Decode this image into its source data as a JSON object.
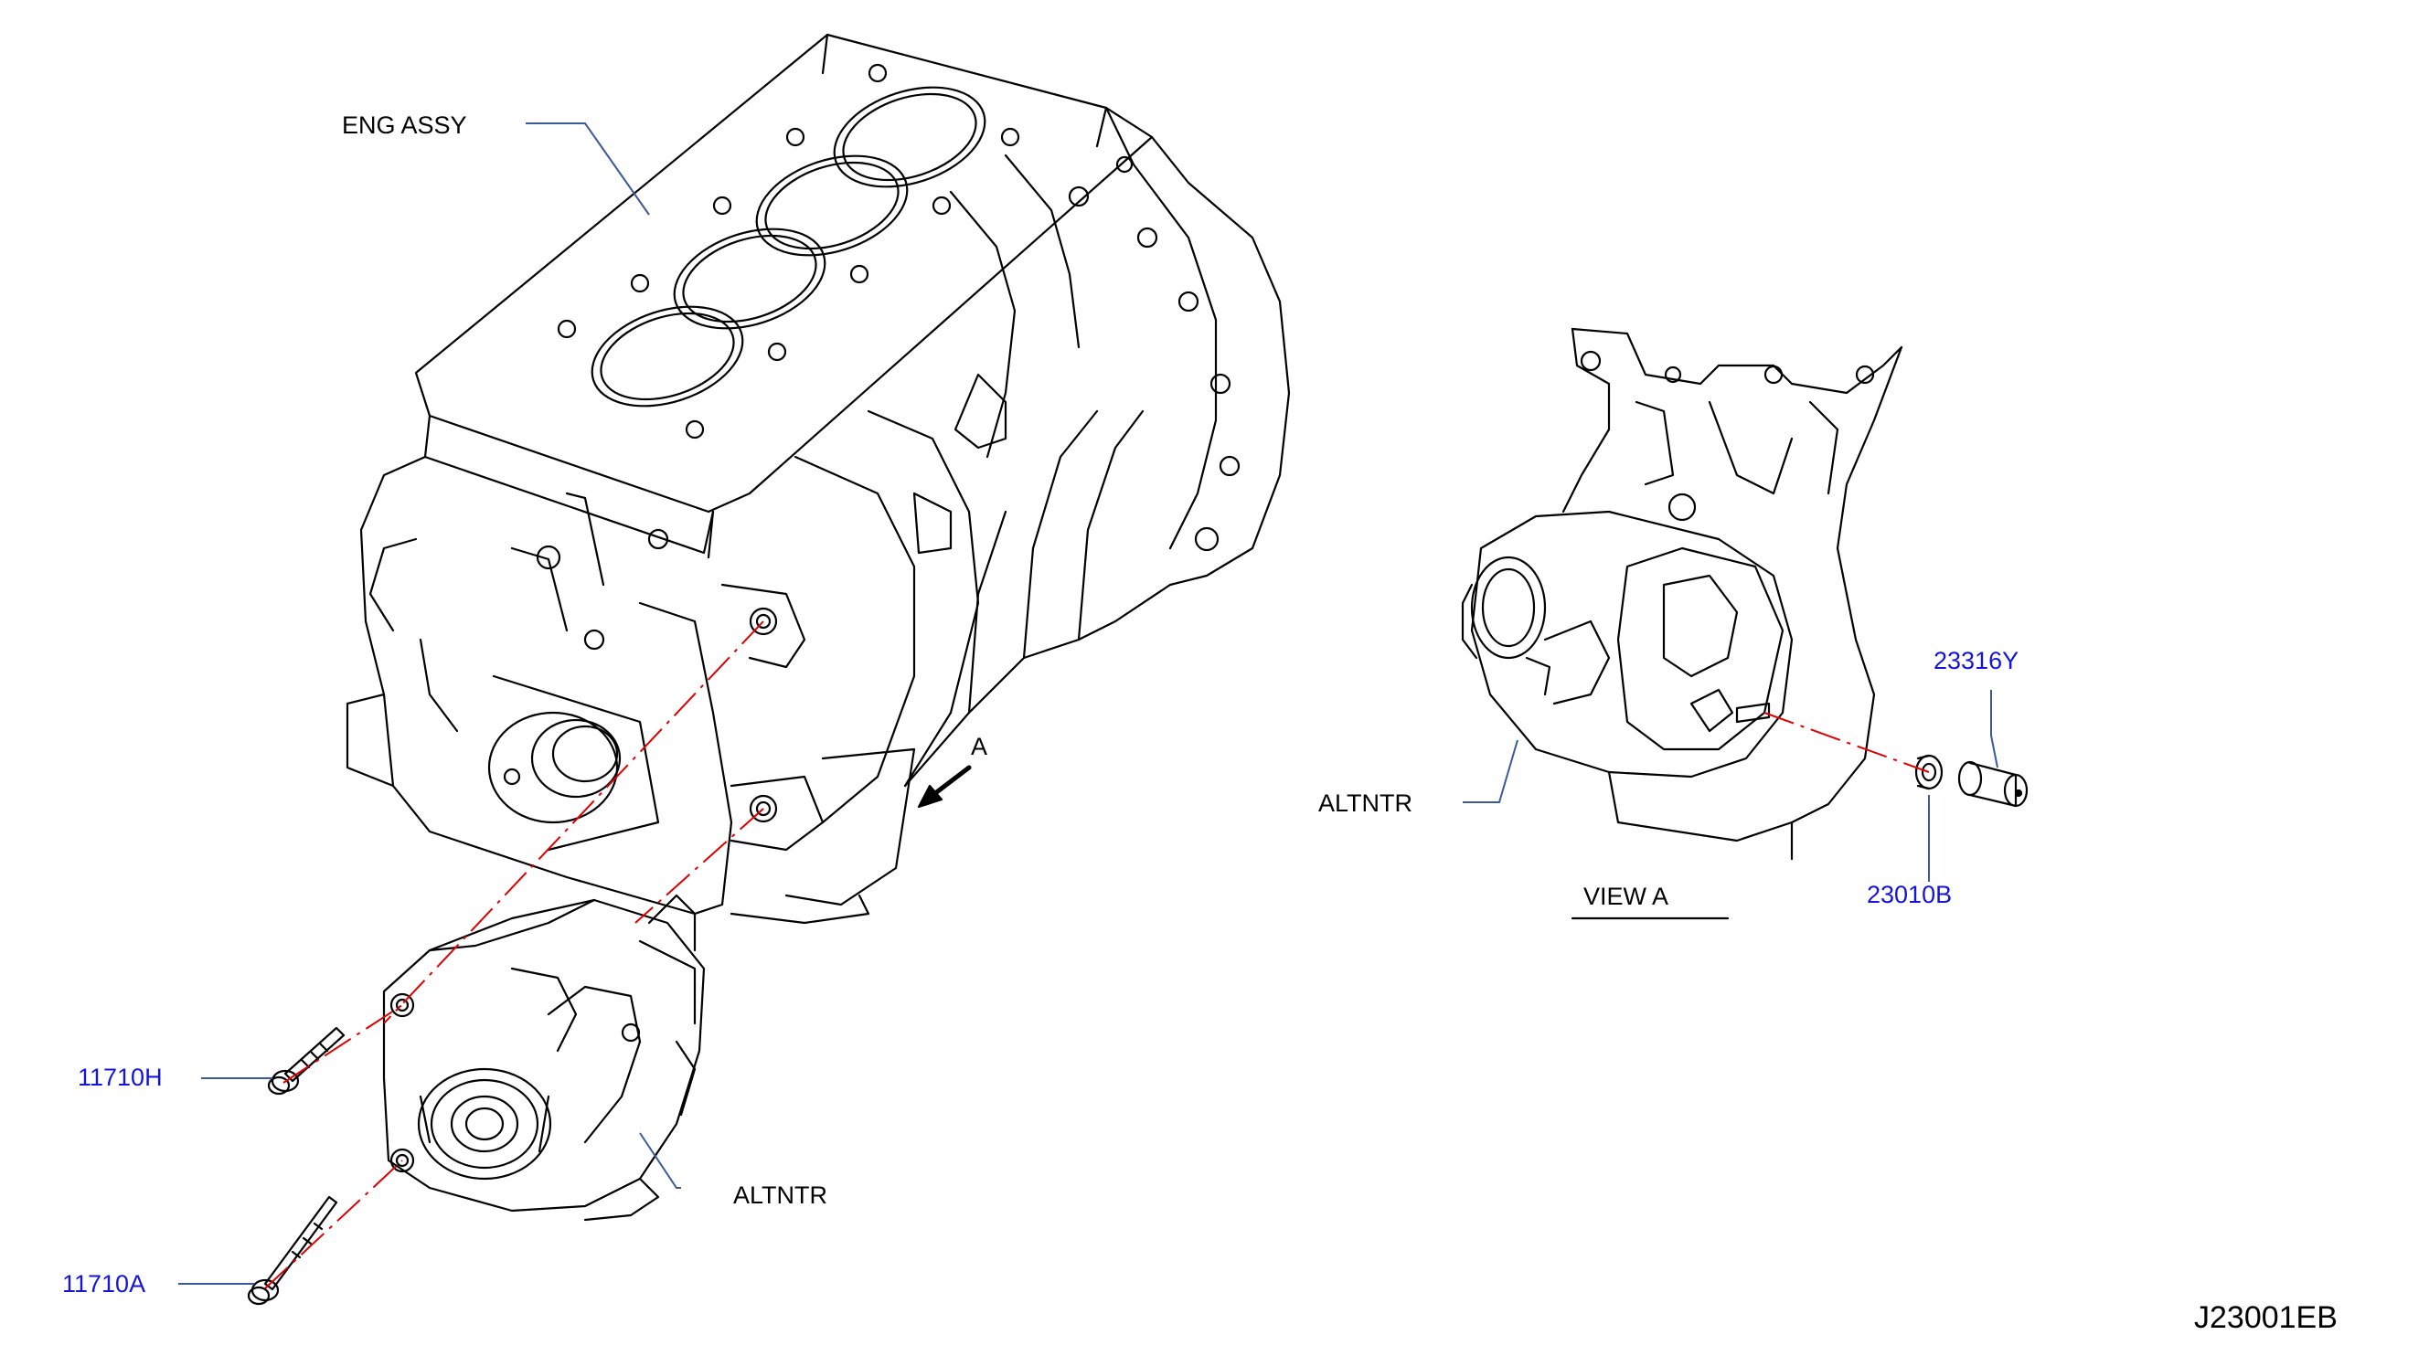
{
  "labels": {
    "eng_assy": "ENG   ASSY",
    "altntr_main": "ALTNTR",
    "altntr_view": "ALTNTR",
    "view_a": "VIEW     A",
    "arrow_a": "A",
    "part_11710h": "11710H",
    "part_11710a": "11710A",
    "part_23316y": "23316Y",
    "part_23010b": "23010B",
    "drawing_code": "J23001EB"
  },
  "colors": {
    "line": "#000000",
    "leader": "#3a5a9a",
    "part_number": "#1414e0",
    "centerline": "#e00000"
  }
}
